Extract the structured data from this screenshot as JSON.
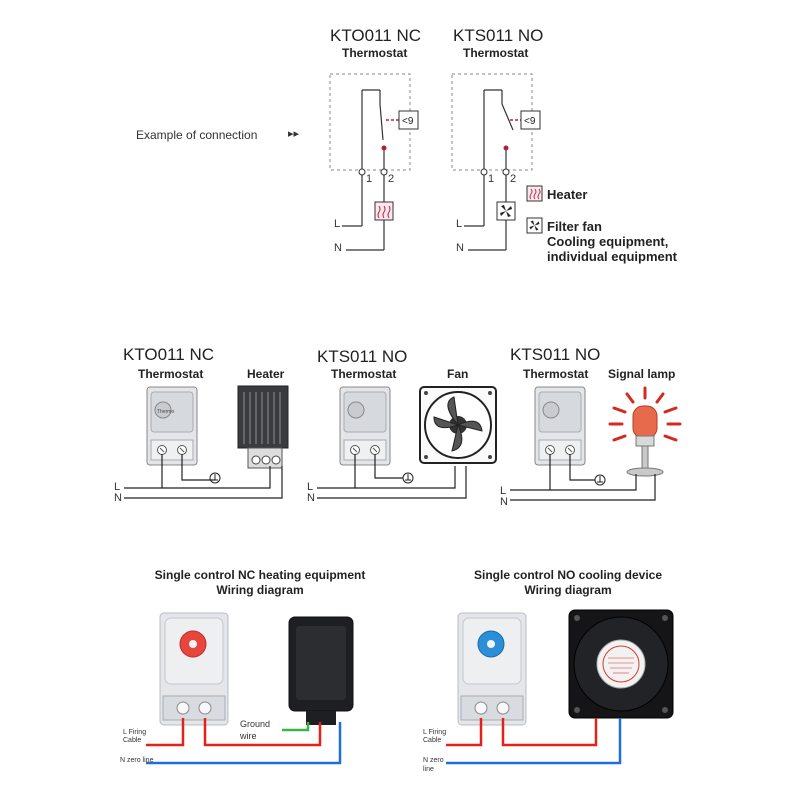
{
  "section1": {
    "example_label": "Example of connection",
    "arrows": "▸▸",
    "left": {
      "model": "KTO011 NC",
      "subtitle": "Thermostat",
      "term1": "1",
      "term2": "2",
      "L": "L",
      "N": "N"
    },
    "right": {
      "model": "KTS011 NO",
      "subtitle": "Thermostat",
      "term1": "1",
      "term2": "2",
      "L": "L",
      "N": "N"
    },
    "legend": {
      "heater": "Heater",
      "fan_line1": "Filter fan",
      "fan_line2": "Cooling equipment,",
      "fan_line3": "individual equipment"
    }
  },
  "section2": {
    "panels": [
      {
        "model": "KTO011 NC",
        "thermostat": "Thermostat",
        "device": "Heater",
        "L": "L",
        "N": "N"
      },
      {
        "model": "KTS011 NO",
        "thermostat": "Thermostat",
        "device": "Fan",
        "L": "L",
        "N": "N"
      },
      {
        "model": "KTS011 NO",
        "thermostat": "Thermostat",
        "device": "Signal lamp",
        "L": "L",
        "N": "N"
      }
    ]
  },
  "section3": {
    "left": {
      "title_line1": "Single control NC heating equipment",
      "title_line2": "Wiring diagram",
      "l_line1": "L Firing",
      "l_line2": "Cable",
      "n_label": "N zero line",
      "ground_line1": "Ground",
      "ground_line2": "wire"
    },
    "right": {
      "title_line1": "Single control NO cooling device",
      "title_line2": "Wiring diagram",
      "l_line1": "L Firing",
      "l_line2": "Cable",
      "n_line1": "N zero",
      "n_line2": "line"
    }
  },
  "colors": {
    "red_wire": "#e2231a",
    "blue_wire": "#1e6fd9",
    "green_wire": "#3cb34a",
    "dial_red": "#e8453c",
    "dial_blue": "#2a8fd8"
  }
}
